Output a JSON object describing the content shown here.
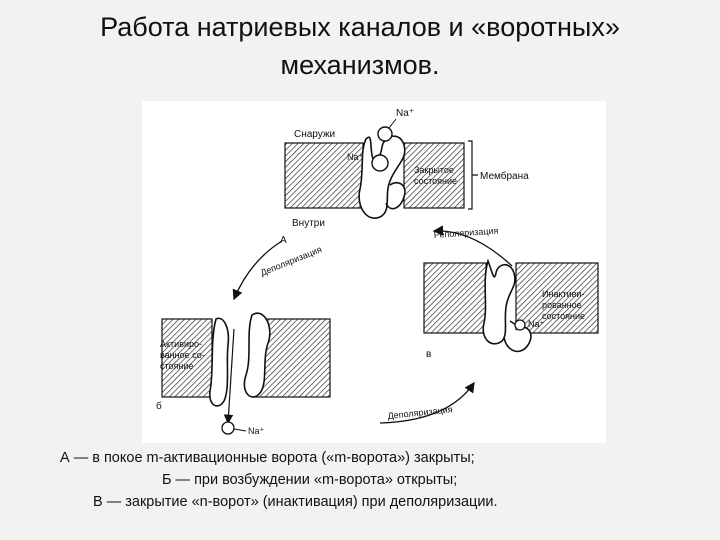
{
  "title": {
    "line1": "Работа натриевых каналов и «воротных»",
    "line2": "механизмов."
  },
  "figure": {
    "labels": {
      "na_top": "Na⁺",
      "outside": "Снаружи",
      "na_channel": "Na⁺",
      "closed_state": [
        "Закрытое",
        "состояние"
      ],
      "membrane": "Мембрана",
      "inside": "Внутри",
      "letter_a": "А",
      "depolarization_top": "Деполяризация",
      "repolarization": "Реполяризация",
      "inactivated_state": [
        "Инактиви-",
        "рованное",
        "состояние"
      ],
      "na_inactivated": "Na⁺",
      "letter_v": "в",
      "activated_state": [
        "Активиро-",
        "ванное со-",
        "стояние"
      ],
      "letter_b": "б",
      "na_bottom": "Na⁺",
      "depolarization_bottom": "Деполяризация"
    }
  },
  "caption": {
    "line1": "А  —  в  покое  m-активационные  ворота  («m-ворота»)  закрыты;",
    "line2": "Б  —  при  возбуждении «m-ворота» открыты;",
    "line3": "В — закрытие «n-ворот» (инактивация) при деполяризации."
  },
  "colors": {
    "background": "#f2f2f2",
    "figure_background": "#ffffff",
    "ink": "#111111"
  }
}
